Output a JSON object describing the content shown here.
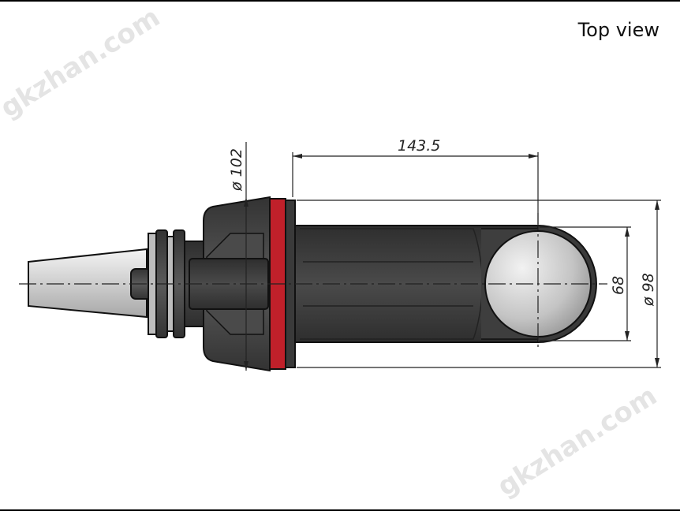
{
  "view_label": "Top view",
  "dimensions": {
    "length": "143.5",
    "flange_diameter": "ø 102",
    "ball_diameter": "68",
    "body_diameter": "ø 98"
  },
  "watermark_text": "gkzhan.com",
  "colors": {
    "body_dark": "#3a3a3a",
    "body_mid": "#555555",
    "shank_light": "#d8d8d8",
    "red_ring": "#c0202a",
    "outline": "#111111"
  }
}
